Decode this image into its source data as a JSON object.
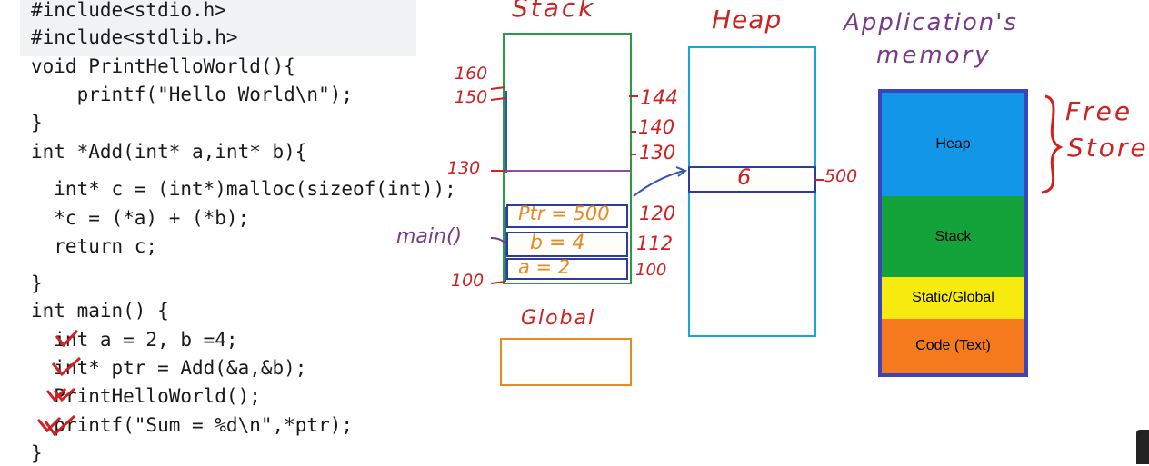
{
  "code": {
    "lines": [
      "#include<stdio.h>",
      "#include<stdlib.h>",
      "void PrintHelloWorld(){",
      "    printf(\"Hello World\\n\");",
      "}",
      "int *Add(int* a,int* b){",
      "  int* c = (int*)malloc(sizeof(int));",
      "  *c = (*a) + (*b);",
      "  return c;",
      "",
      "}",
      "int main() {",
      "  int a = 2, b =4;",
      "  int* ptr = Add(&a,&b);",
      "  PrintHelloWorld();",
      "  printf(\"Sum = %d\\n\",*ptr);",
      "}"
    ]
  },
  "diagram": {
    "stack_label": "Stack",
    "heap_label": "Heap",
    "global_label": "Global",
    "app_memory_label_1": "Application's",
    "app_memory_label_2": "memory",
    "free_store_1": "Free",
    "free_store_2": "Store",
    "main_label": "main()",
    "addr_160": "160",
    "addr_150": "150",
    "addr_130_left": "130",
    "addr_100_left": "100",
    "addr_144": "144",
    "addr_140": "140",
    "addr_130_right": "130",
    "addr_120": "120",
    "addr_112": "112",
    "addr_100_right": "100",
    "addr_500": "500",
    "ptr_cell": "Ptr = 500",
    "b_cell": "b = 4",
    "a_cell": "a = 2",
    "heap_cell": "6"
  },
  "memory_layout": {
    "segments": [
      {
        "label": "Heap",
        "color": "#1196e8"
      },
      {
        "label": "Stack",
        "color": "#14a33a"
      },
      {
        "label": "Static/Global",
        "color": "#f7ea0f"
      },
      {
        "label": "Code (Text)",
        "color": "#f57a1d"
      }
    ],
    "border_color": "#3b45b8"
  }
}
